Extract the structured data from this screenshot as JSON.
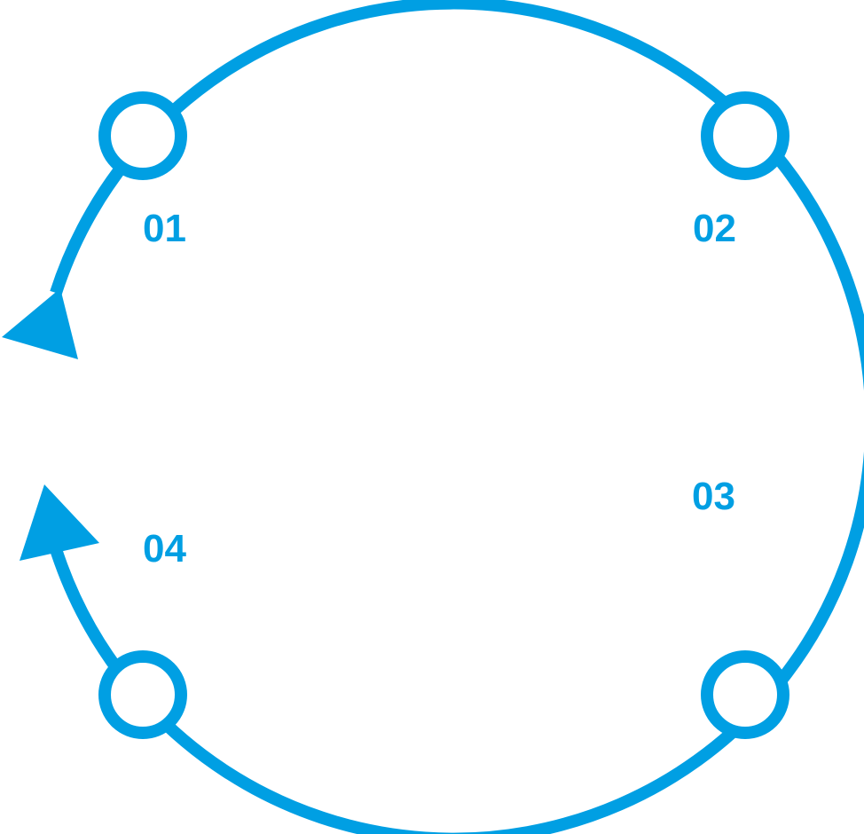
{
  "diagram": {
    "type": "cycle",
    "accent_color": "#009fe3",
    "background_color": "#ffffff",
    "steps": [
      {
        "label": "01"
      },
      {
        "label": "02"
      },
      {
        "label": "03"
      },
      {
        "label": "04"
      }
    ],
    "arrow_direction": "counter-clockwise"
  }
}
